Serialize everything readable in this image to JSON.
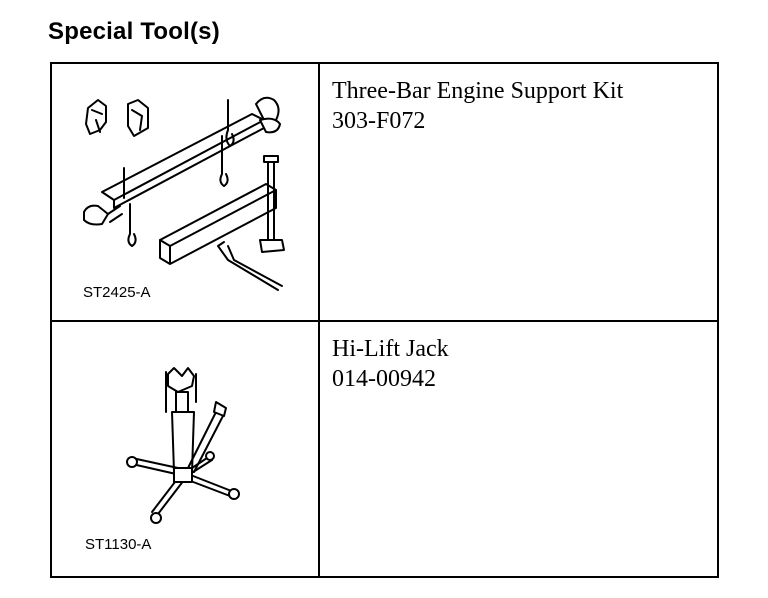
{
  "header": {
    "title": "Special Tool(s)"
  },
  "tools": [
    {
      "illustration_code": "ST2425-A",
      "name": "Three-Bar Engine Support Kit",
      "number": "303-F072",
      "icon": "engine-support-kit-drawing"
    },
    {
      "illustration_code": "ST1130-A",
      "name": "Hi-Lift Jack",
      "number": "014-00942",
      "icon": "hi-lift-jack-drawing"
    }
  ]
}
